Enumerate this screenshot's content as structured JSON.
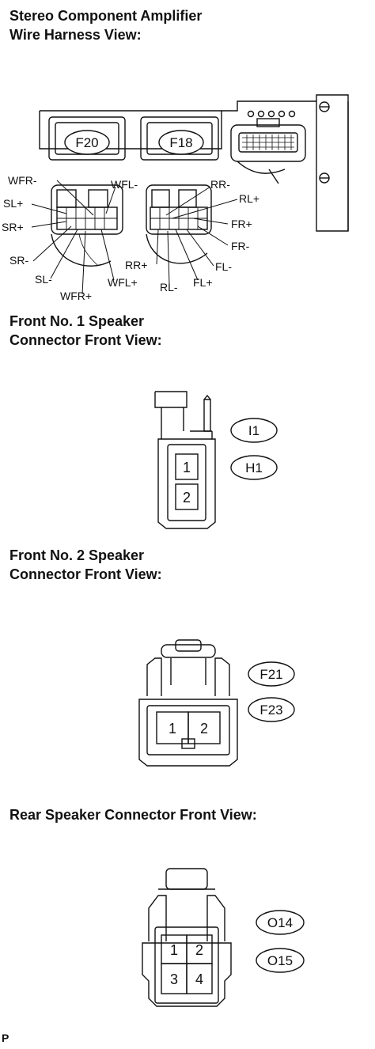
{
  "sections": {
    "amp": {
      "title_line1": "Stereo Component Amplifier",
      "title_line2": "Wire Harness View:"
    },
    "front1": {
      "title_line1": "Front No. 1 Speaker",
      "title_line2": "Connector Front View:"
    },
    "front2": {
      "title_line1": "Front No. 2 Speaker",
      "title_line2": "Connector Front View:"
    },
    "rear": {
      "title": "Rear Speaker Connector Front View:"
    }
  },
  "amp_connectors": {
    "left": "F20",
    "right": "F18"
  },
  "amp_pins": {
    "wfr_minus": "WFR-",
    "sl_plus": "SL+",
    "sr_plus": "SR+",
    "sr_minus": "SR-",
    "sl_minus": "SL-",
    "wfr_plus": "WFR+",
    "wfl_minus": "WFL-",
    "wfl_plus": "WFL+",
    "rr_minus": "RR-",
    "rl_plus": "RL+",
    "fr_plus": "FR+",
    "fr_minus": "FR-",
    "fl_minus": "FL-",
    "fl_plus": "FL+",
    "rl_minus": "RL-",
    "rr_plus": "RR+"
  },
  "front1_connector": {
    "codes": [
      "I1",
      "H1"
    ],
    "pins": [
      "1",
      "2"
    ]
  },
  "front2_connector": {
    "codes": [
      "F21",
      "F23"
    ],
    "pins": [
      "1",
      "2"
    ]
  },
  "rear_connector": {
    "codes": [
      "O14",
      "O15"
    ],
    "pins": [
      "1",
      "2",
      "3",
      "4"
    ]
  },
  "footer": "P"
}
